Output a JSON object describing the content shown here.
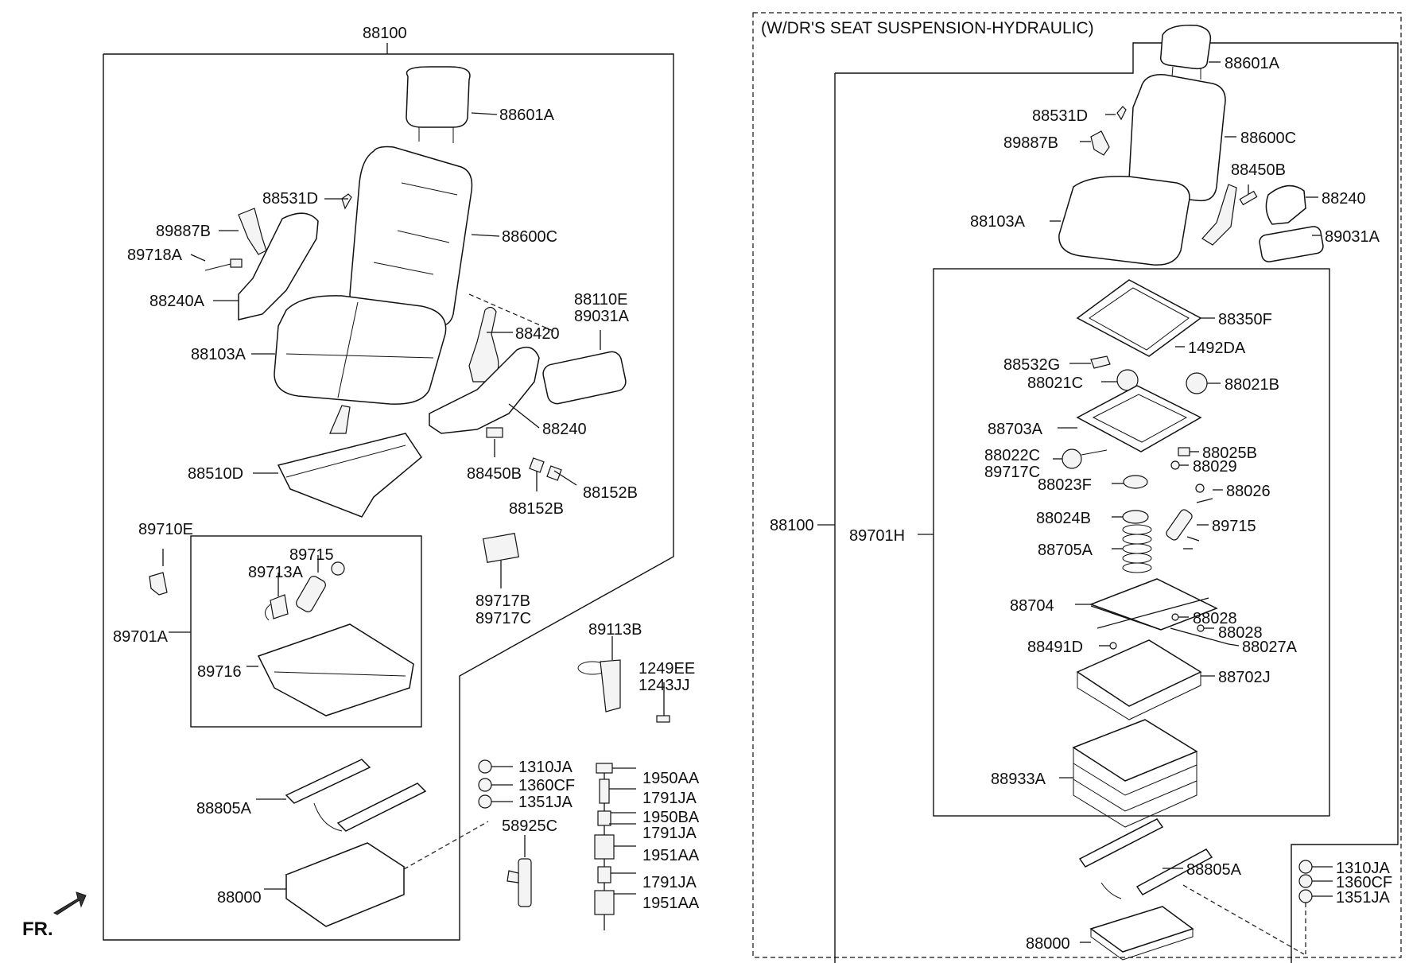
{
  "header": "(W/DR'S SEAT SUSPENSION-HYDRAULIC)",
  "fr_label": "FR.",
  "labels": {
    "l_88100": "88100",
    "l_88601A": "88601A",
    "l_88531D": "88531D",
    "l_88600C": "88600C",
    "l_89887B": "89887B",
    "l_89718A": "89718A",
    "l_88240A": "88240A",
    "l_88103A": "88103A",
    "l_88110E": "88110E",
    "l_89031A": "89031A",
    "l_88420": "88420",
    "l_88240": "88240",
    "l_88510D": "88510D",
    "l_88450B": "88450B",
    "l_88152B_a": "88152B",
    "l_88152B_b": "88152B",
    "l_89710E": "89710E",
    "l_89715": "89715",
    "l_89713A": "89713A",
    "l_89701A": "89701A",
    "l_89716": "89716",
    "l_89717B": "89717B",
    "l_89717C": "89717C",
    "l_89113B": "89113B",
    "l_1249EE": "1249EE",
    "l_1243JJ": "1243JJ",
    "l_88805A": "88805A",
    "l_88000": "88000",
    "l_1310JA": "1310JA",
    "l_1360CF": "1360CF",
    "l_1351JA": "1351JA",
    "l_58925C": "58925C",
    "l_1950AA": "1950AA",
    "l_1791JA_a": "1791JA",
    "l_1950BA": "1950BA",
    "l_1791JA_b": "1791JA",
    "l_1951AA_a": "1951AA",
    "l_1791JA_c": "1791JA",
    "l_1951AA_b": "1951AA",
    "r_88601A": "88601A",
    "r_88531D": "88531D",
    "r_88600C": "88600C",
    "r_89887B": "89887B",
    "r_88450B": "88450B",
    "r_88240": "88240",
    "r_88103A": "88103A",
    "r_89031A": "89031A",
    "r_88350F": "88350F",
    "r_1492DA": "1492DA",
    "r_88532G": "88532G",
    "r_88021C": "88021C",
    "r_88021B": "88021B",
    "r_88703A": "88703A",
    "r_88022C": "88022C",
    "r_89717C": "89717C",
    "r_88025B": "88025B",
    "r_88029": "88029",
    "r_88023F": "88023F",
    "r_88026": "88026",
    "r_88024B": "88024B",
    "r_89715": "89715",
    "r_88100": "88100",
    "r_89701H": "89701H",
    "r_88705A": "88705A",
    "r_88704": "88704",
    "r_88028_a": "88028",
    "r_88028_b": "88028",
    "r_88491D": "88491D",
    "r_88027A": "88027A",
    "r_88702J": "88702J",
    "r_88933A": "88933A",
    "r_88805A": "88805A",
    "r_88000": "88000",
    "r_1310JA": "1310JA",
    "r_1360CF": "1360CF",
    "r_1351JA": "1351JA"
  }
}
